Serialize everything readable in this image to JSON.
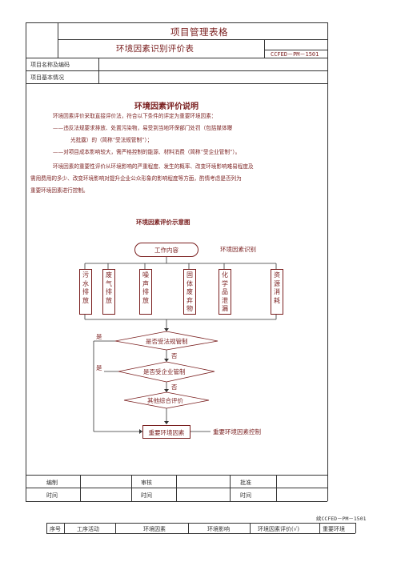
{
  "header": {
    "title": "项目管理表格",
    "subtitle": "环境因素识别评价表",
    "code": "CCFED－PM－1501"
  },
  "info_rows": [
    {
      "label": "项目名称及编码"
    },
    {
      "label": "项目基本情况"
    }
  ],
  "main": {
    "heading": "环境因素评价说明",
    "paragraphs": [
      "环境因素评价采取直接评价法，符合以下条件的评定为重要环境因素：",
      "——违反法规要求排放、处置污染物，易受到当地环保部门处罚（包括媒体曝",
      "光批露）的（简称“受法规管制”）；",
      "——对项目成本影响较大，需严格控制的能源、材料消费（简称“受企业管制”）。",
      "环境因素的重要性评价从环境影响的严重程度、发生的概率、改变环境影响难易程度及",
      "需用费用的多少、改变环境影响对提升企业公众形象的影响程度等方面，酌情考虑是否列为",
      "重要环境因素进行控制。"
    ],
    "diagram_title": "环境因素评价示意图"
  },
  "diagram": {
    "work_content": "工作内容",
    "identify": "环境因素识别",
    "categories": [
      "污水排放",
      "废气排放",
      "噪声排放",
      "固体废弃物",
      "化学品泄漏",
      "资源消耗"
    ],
    "q1": "是否受法规管制",
    "q2": "是否受企业管制",
    "q3": "其他综合评价",
    "yes": "是",
    "no": "否",
    "important": "重要环境因素",
    "control": "重要环境因素控制"
  },
  "footer": {
    "labels": [
      "编制",
      "审核",
      "批准"
    ],
    "time": "时间"
  },
  "continuation": {
    "label": "续CCFED－PM－1501",
    "columns": [
      "序号",
      "工序活动",
      "环境因素",
      "环境影响",
      "环境因素评价(√)",
      "重要环境"
    ]
  }
}
